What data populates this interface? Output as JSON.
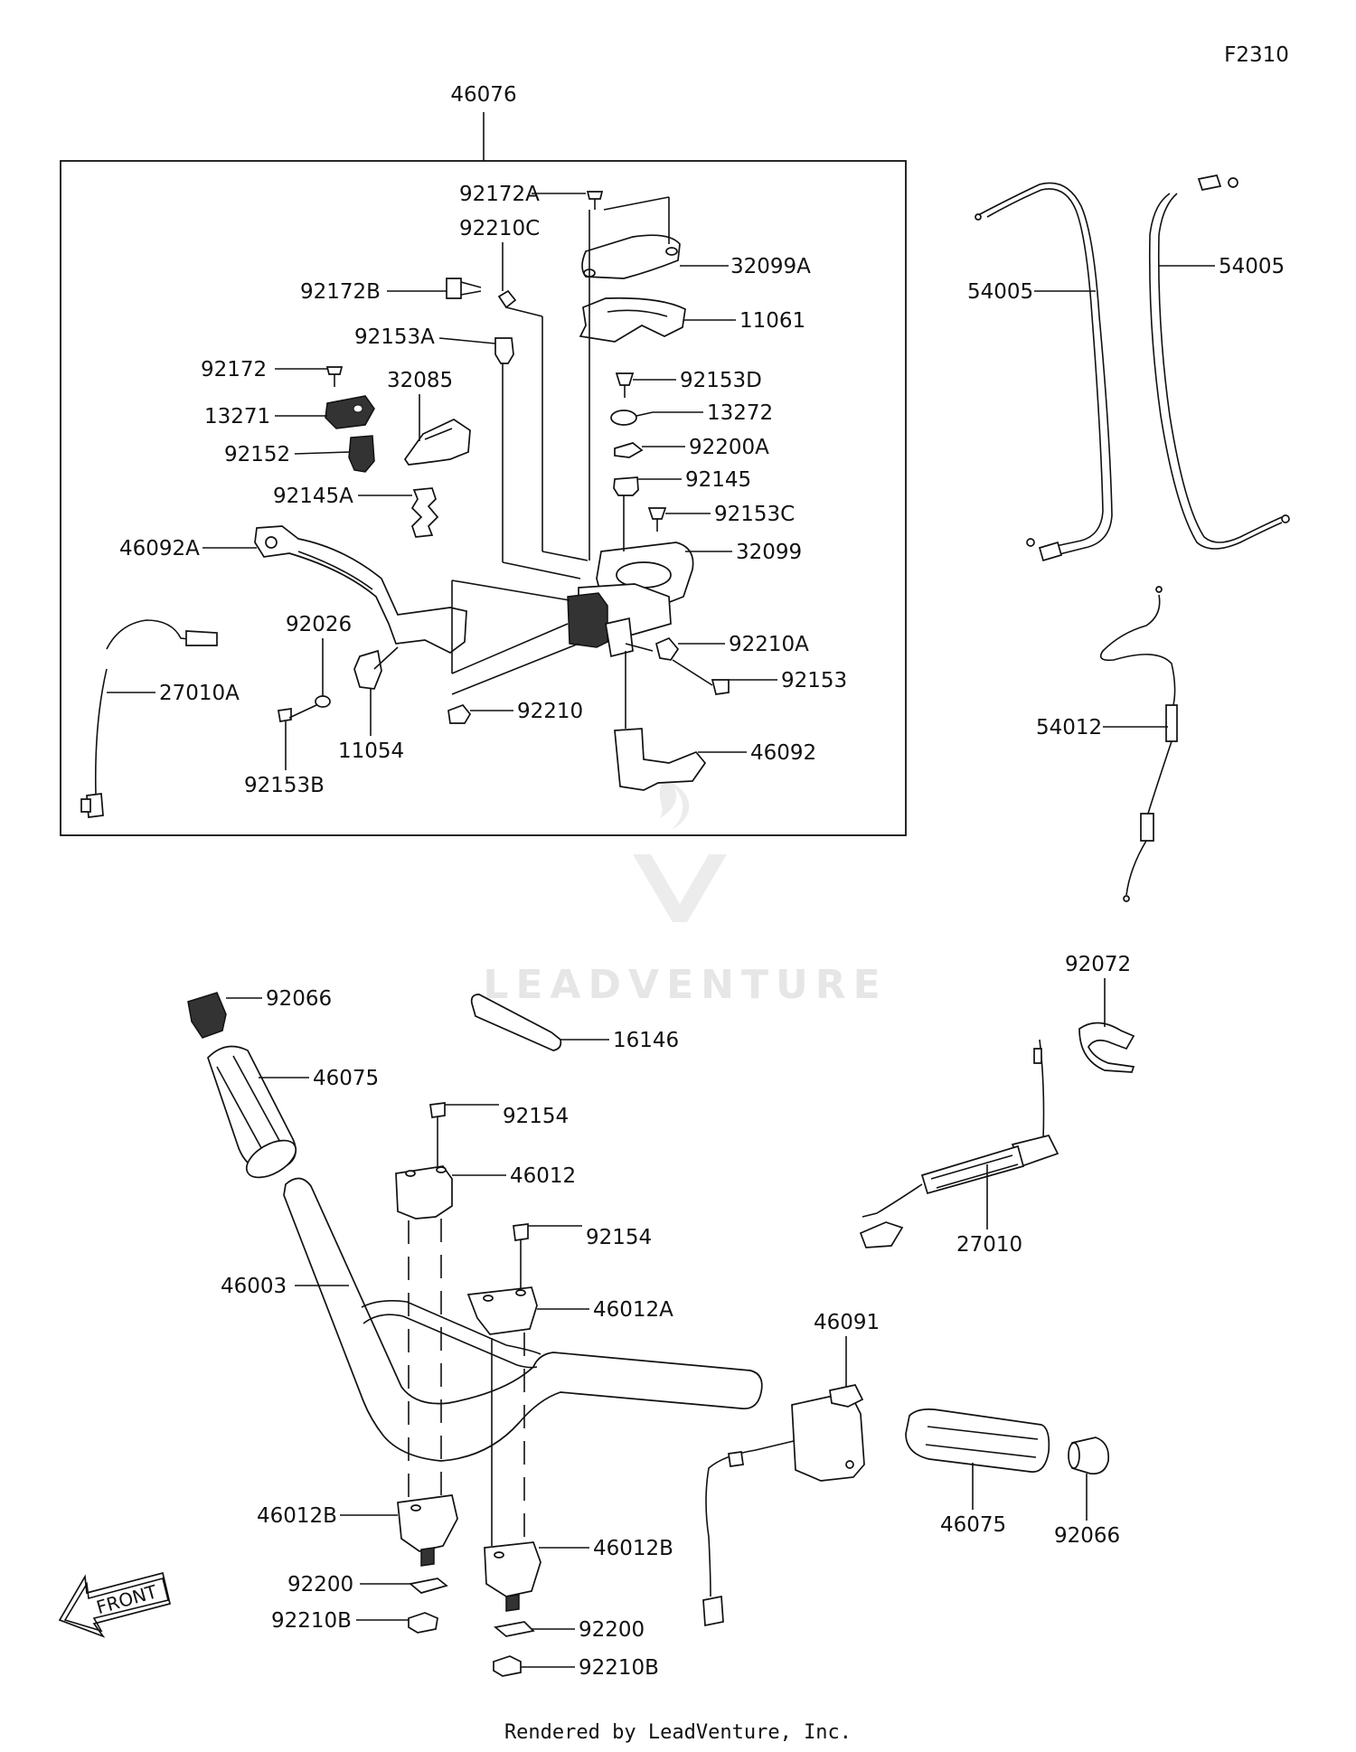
{
  "figure_code": "F2310",
  "assembly_label": "46076",
  "watermark": "LEADVENTURE",
  "footer": "Rendered by LeadVenture, Inc.",
  "front_label": "FRONT",
  "labels": {
    "l_92172A": "92172A",
    "l_92210C": "92210C",
    "l_32099A": "32099A",
    "l_92172B": "92172B",
    "l_11061": "11061",
    "l_92153A": "92153A",
    "l_92172": "92172",
    "l_32085": "32085",
    "l_92153D": "92153D",
    "l_13271": "13271",
    "l_13272": "13272",
    "l_92152": "92152",
    "l_92200A": "92200A",
    "l_92145A": "92145A",
    "l_92145": "92145",
    "l_92153C": "92153C",
    "l_46092A": "46092A",
    "l_32099": "32099",
    "l_92026": "92026",
    "l_92210A": "92210A",
    "l_27010A": "27010A",
    "l_92153": "92153",
    "l_92210": "92210",
    "l_11054": "11054",
    "l_46092": "46092",
    "l_92153B": "92153B",
    "l_54005a": "54005",
    "l_54005b": "54005",
    "l_54012": "54012",
    "l_92072": "92072",
    "l_92066a": "92066",
    "l_16146": "16146",
    "l_46075a": "46075",
    "l_92154a": "92154",
    "l_46012": "46012",
    "l_27010": "27010",
    "l_92154b": "92154",
    "l_46003": "46003",
    "l_46012A": "46012A",
    "l_46091": "46091",
    "l_46012B_a": "46012B",
    "l_46012B_b": "46012B",
    "l_46075b": "46075",
    "l_92066b": "92066",
    "l_92200a": "92200",
    "l_92210B_a": "92210B",
    "l_92200b": "92200",
    "l_92210B_b": "92210B"
  }
}
